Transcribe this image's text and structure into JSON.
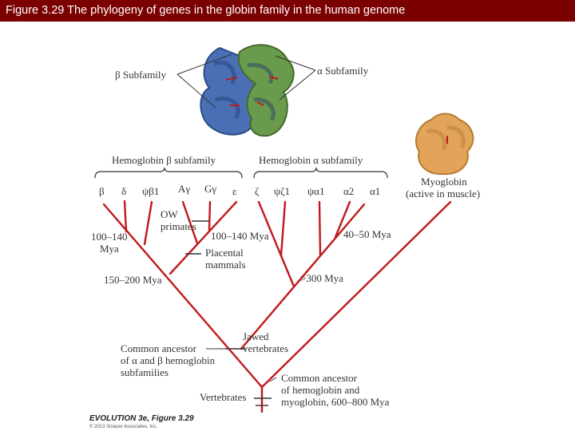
{
  "header": {
    "title": "Figure 3.29  The phylogeny of genes in the globin family in the human genome"
  },
  "colors": {
    "header_bg": "#7b0000",
    "tree": "#c0181c",
    "text": "#333333",
    "beta_protein": "#4a6fb5",
    "alpha_protein": "#6a9a4c",
    "myoglobin": "#e2a458"
  },
  "icons": [
    "hemoglobin-structure",
    "myoglobin-structure"
  ],
  "labels": {
    "beta_subfamily": "β Subfamily",
    "alpha_subfamily": "α Subfamily",
    "hb_beta_subfamily": "Hemoglobin β subfamily",
    "hb_alpha_subfamily": "Hemoglobin α subfamily",
    "myoglobin_line1": "Myoglobin",
    "myoglobin_line2": "(active in muscle)"
  },
  "genes": {
    "beta": [
      "β",
      "δ",
      "ψβ1",
      "Aγ",
      "Gγ",
      "ε"
    ],
    "alpha": [
      "ζ",
      "ψζ1",
      "ψα1",
      "α2",
      "α1"
    ]
  },
  "annotations": {
    "ow_primates_1": "OW",
    "ow_primates_2": "primates",
    "mya_100_140_left_1": "100–140",
    "mya_100_140_left_2": "Mya",
    "mya_100_140_mid": "100–140 Mya",
    "mya_40_50": "40–50 Mya",
    "placental_1": "Placental",
    "placental_2": "mammals",
    "mya_150_200": "150–200 Mya",
    "mya_300": ">300 Mya",
    "jawed_1": "Jawed",
    "jawed_2": "vertebrates",
    "common_ab_1": "Common ancestor",
    "common_ab_2": "of α and β hemoglobin",
    "common_ab_3": "subfamilies",
    "common_hm_1": "Common ancestor",
    "common_hm_2": "of hemoglobin and",
    "common_hm_3": "myoglobin, 600–800 Mya",
    "vertebrates": "Vertebrates"
  },
  "credit": {
    "main": "EVOLUTION 3e, Figure 3.29",
    "sub": "© 2013 Sinauer Associates, Inc."
  }
}
